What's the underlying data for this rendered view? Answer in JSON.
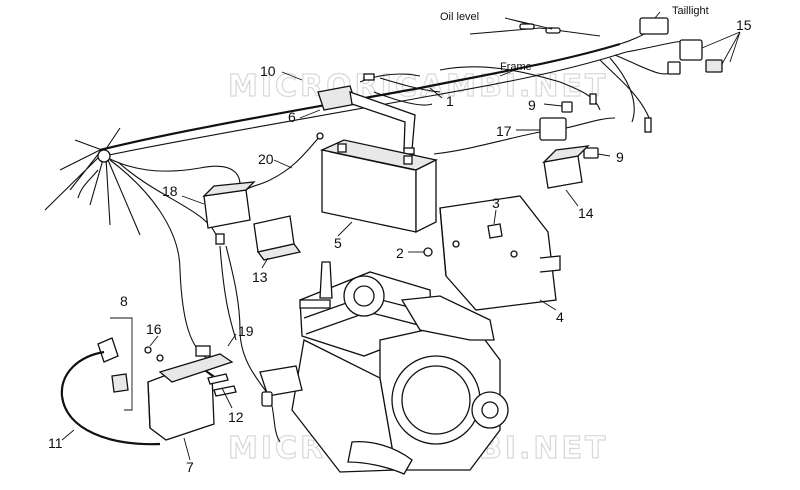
{
  "watermarks": [
    "MICRORICAMBI.NET",
    "MICRORICAMBI.NET"
  ],
  "labels": {
    "oil_level": "Oil level",
    "taillight": "Taillight",
    "frame": "Frame"
  },
  "callouts": {
    "n1": "1",
    "n2": "2",
    "n3": "3",
    "n4": "4",
    "n5": "5",
    "n6": "6",
    "n7": "7",
    "n8": "8",
    "n9a": "9",
    "n9b": "9",
    "n10": "10",
    "n11": "11",
    "n12": "12",
    "n13": "13",
    "n14": "14",
    "n15": "15",
    "n16": "16",
    "n17": "17",
    "n18": "18",
    "n19": "19",
    "n20": "20"
  },
  "colors": {
    "ink": "#111111",
    "watermark": "#d8d8d8",
    "background": "#ffffff"
  }
}
